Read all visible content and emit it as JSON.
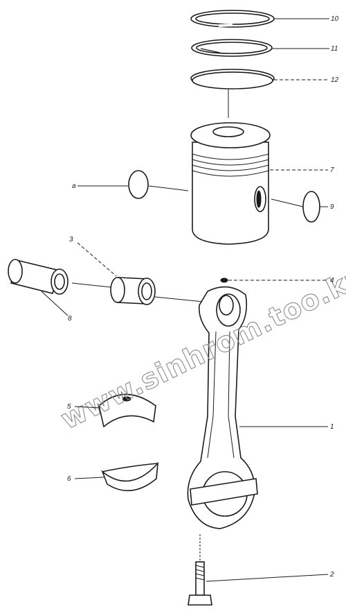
{
  "callouts": [
    {
      "id": "ring-top",
      "label": "10"
    },
    {
      "id": "ring-second",
      "label": "11"
    },
    {
      "id": "ring-oil",
      "label": "12"
    },
    {
      "id": "piston",
      "label": "7"
    },
    {
      "id": "circlip-right",
      "label": "9"
    },
    {
      "id": "circlip-left",
      "label": "a"
    },
    {
      "id": "small-end-bushing",
      "label": "3"
    },
    {
      "id": "piston-pin",
      "label": "8"
    },
    {
      "id": "oil-hole",
      "label": "4"
    },
    {
      "id": "connecting-rod",
      "label": "1"
    },
    {
      "id": "bearing-upper",
      "label": "5"
    },
    {
      "id": "bearing-lower",
      "label": "6"
    },
    {
      "id": "rod-bolt",
      "label": "2"
    }
  ],
  "watermark": "www.sinhrom.too.kz"
}
